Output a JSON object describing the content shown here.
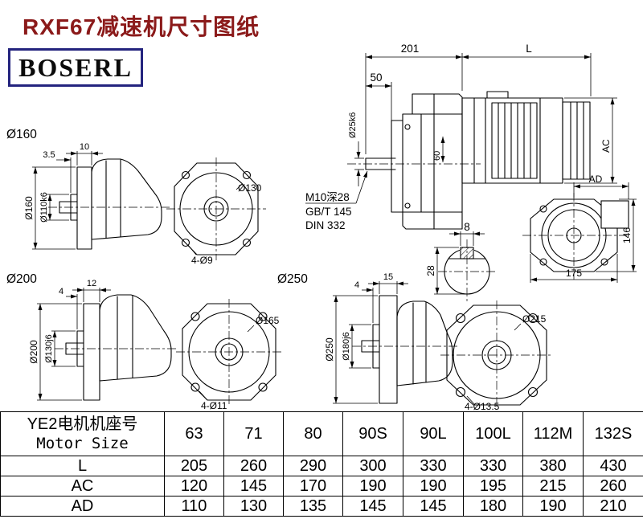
{
  "page": {
    "title": "RXF67减速机尺寸图纸",
    "logo_text": "BOSERL"
  },
  "main_view": {
    "dim_201": "201",
    "dim_l": "L",
    "dim_50": "50",
    "dim_shaft": "Ø25k6",
    "dim_60": "60",
    "dim_ac": "AC",
    "note_line1": "M10深28",
    "note_line2": "GB/T 145",
    "note_line3": "DIN 332"
  },
  "keyway": {
    "dim_width": "8",
    "dim_height": "28"
  },
  "motor_flange_view": {
    "dim_ad": "AD",
    "dim_146": "146",
    "dim_175": "175"
  },
  "flange160": {
    "label": "Ø160",
    "dim_thickness": "10",
    "dim_step": "3.5",
    "dim_od": "Ø160",
    "dim_spigot": "Ø110k6",
    "front_circle": "Ø130",
    "front_holes": "4-Ø9"
  },
  "flange200": {
    "label": "Ø200",
    "dim_thickness": "12",
    "dim_step": "4",
    "dim_od": "Ø200",
    "dim_spigot": "Ø130j6",
    "front_circle": "Ø165",
    "front_holes": "4-Ø11"
  },
  "flange250": {
    "label": "Ø250",
    "dim_thickness": "15",
    "dim_step": "4",
    "dim_od": "Ø250",
    "dim_spigot": "Ø180j6",
    "front_circle": "Ø215",
    "front_holes": "4-Ø13.5"
  },
  "table": {
    "header_line1": "YE2电机机座号",
    "header_line2": "Motor Size",
    "sizes": [
      "63",
      "71",
      "80",
      "90S",
      "90L",
      "100L",
      "112M",
      "132S"
    ],
    "rows": [
      {
        "label": "L",
        "values": [
          "205",
          "260",
          "290",
          "300",
          "330",
          "330",
          "380",
          "430"
        ]
      },
      {
        "label": "AC",
        "values": [
          "120",
          "145",
          "170",
          "190",
          "190",
          "195",
          "215",
          "260"
        ]
      },
      {
        "label": "AD",
        "values": [
          "110",
          "130",
          "135",
          "145",
          "145",
          "180",
          "190",
          "210"
        ]
      }
    ]
  }
}
